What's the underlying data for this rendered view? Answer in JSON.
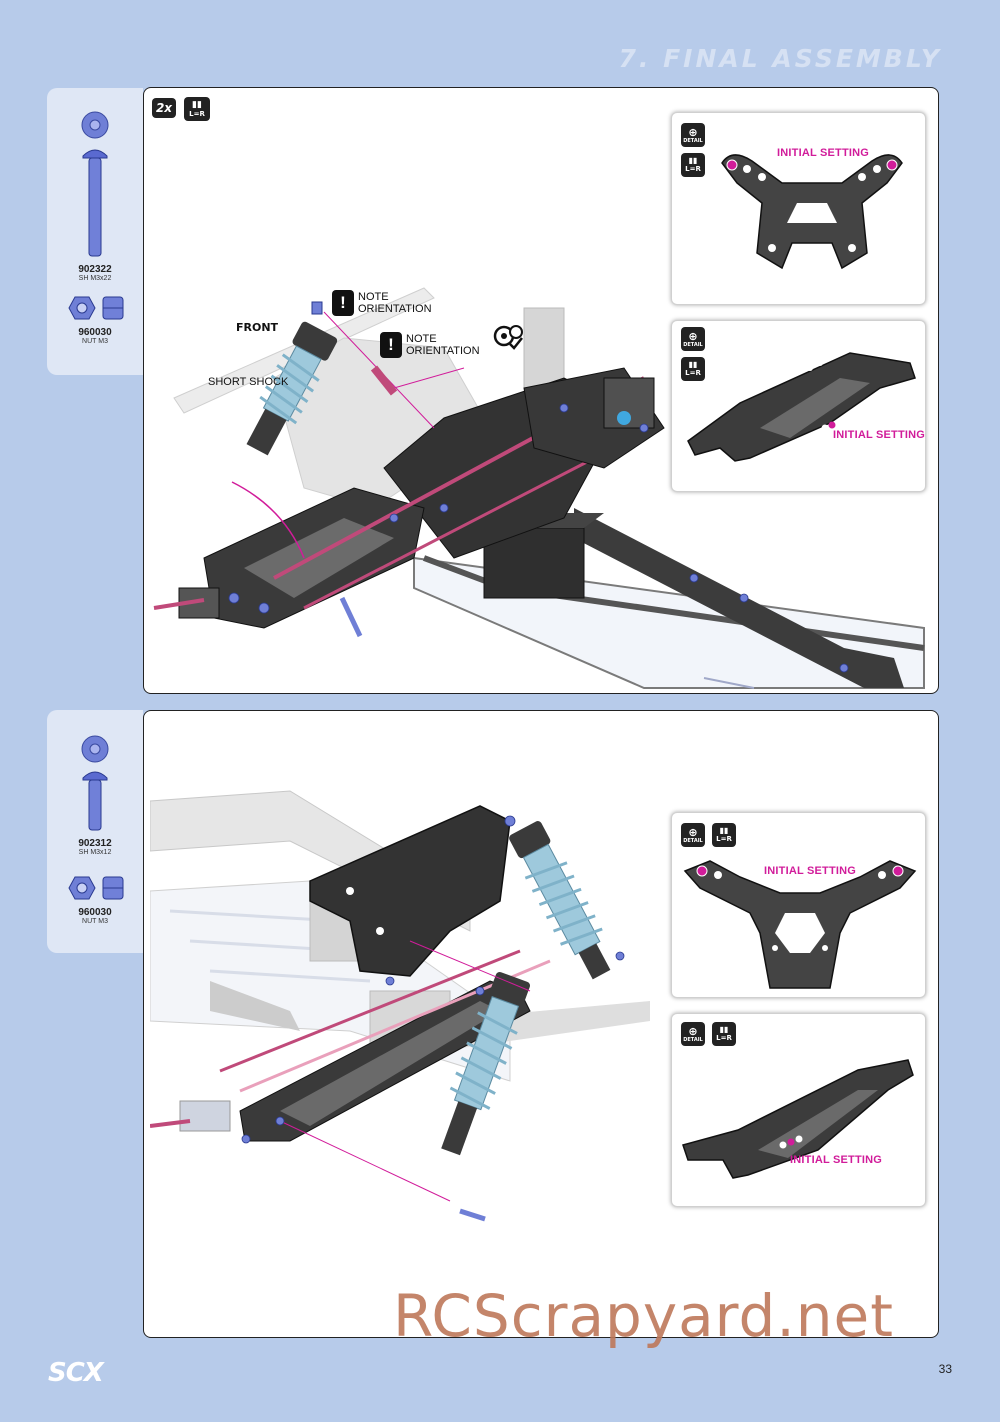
{
  "header": {
    "title": "7. FINAL ASSEMBLY"
  },
  "step1": {
    "parts": [
      {
        "code": "902322",
        "desc": "SH M3x22"
      },
      {
        "code": "960030",
        "desc": "NUT M3"
      }
    ],
    "quantity_badge": "2x",
    "lr_badge": "L=R",
    "labels": {
      "front": "FRONT",
      "short_shock": "SHORT SHOCK",
      "note1": "NOTE\nORIENTATION",
      "note2": "NOTE\nORIENTATION"
    },
    "details": [
      {
        "badge_detail": "DETAIL",
        "badge_lr": "L=R",
        "callout": "INITIAL SETTING"
      },
      {
        "badge_detail": "DETAIL",
        "badge_lr": "L=R",
        "callout": "INITIAL SETTING"
      }
    ]
  },
  "step2": {
    "parts": [
      {
        "code": "902312",
        "desc": "SH M3x12"
      },
      {
        "code": "960030",
        "desc": "NUT M3"
      }
    ],
    "details": [
      {
        "badge_detail": "DETAIL",
        "badge_lr": "L=R",
        "callout": "INITIAL SETTING"
      },
      {
        "badge_detail": "DETAIL",
        "badge_lr": "L=R",
        "callout": "INITIAL SETTING"
      }
    ]
  },
  "footer": {
    "logo": "SCX",
    "page": "33",
    "watermark": "RCScrapyard.net"
  },
  "colors": {
    "background": "#b7cbea",
    "accent": "#d11c9a",
    "tab": "#dfe7f5"
  }
}
